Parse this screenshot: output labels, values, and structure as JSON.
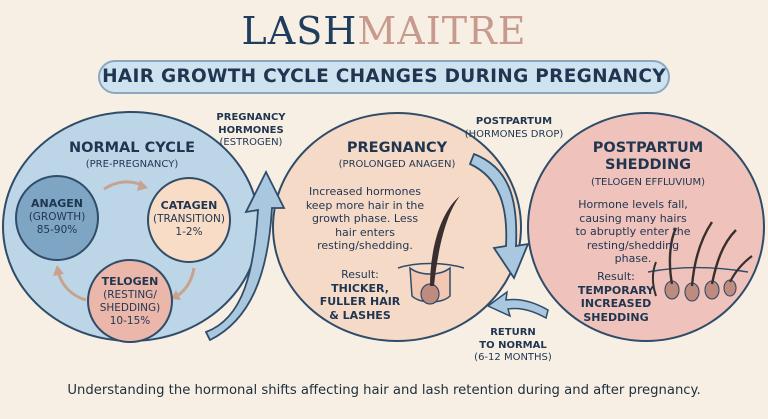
{
  "brand": {
    "part1": "LASH",
    "part2": "MAITRE"
  },
  "title": "HAIR GROWTH CYCLE CHANGES DURING PREGNANCY",
  "normal": {
    "title": "NORMAL CYCLE",
    "subtitle": "(PRE-PREGNANCY)",
    "anagen": {
      "name": "ANAGEN",
      "sub": "(GROWTH)",
      "value": "85-90%"
    },
    "catagen": {
      "name": "CATAGEN",
      "sub": "(TRANSITION)",
      "value": "1-2%"
    },
    "telogen": {
      "name": "TELOGEN",
      "sub1": "(RESTING/",
      "sub2": "SHEDDING)",
      "value": "10-15%"
    }
  },
  "pregnancy": {
    "title": "PREGNANCY",
    "subtitle": "(PROLONGED ANAGEN)",
    "body": [
      "Increased hormones",
      "keep more hair in the",
      "growth phase. Less",
      "hair enters",
      "resting/shedding."
    ],
    "result_label": "Result:",
    "result": [
      "THICKER,",
      "FULLER HAIR",
      "& LASHES"
    ]
  },
  "postpartum": {
    "title1": "POSTPARTUM",
    "title2": "SHEDDING",
    "subtitle": "(TELOGEN EFFLUVIUM)",
    "body": [
      "Hormone levels fall,",
      "causing many hairs",
      "to abruptly enter the",
      "resting/shedding",
      "phase."
    ],
    "result_label": "Result:",
    "result": [
      "TEMPORARY",
      "INCREASED",
      "SHEDDING"
    ]
  },
  "arrows": {
    "preg_hormones": {
      "line1": "PREGNANCY",
      "line2": "HORMONES",
      "line3": "(ESTROGEN)"
    },
    "postpartum": {
      "line1": "POSTPARTUM",
      "line2": "(HORMONES DROP)"
    },
    "return": {
      "line1": "RETURN",
      "line2": "TO NORMAL",
      "line3": "(6-12 MONTHS)"
    }
  },
  "footer": "Understanding the hormonal shifts affecting hair and lash retention during and after pregnancy.",
  "colors": {
    "navy": "#1f3550",
    "blue": "#bcd6e8",
    "peach": "#f6dac8",
    "pink": "#efc3bb"
  }
}
